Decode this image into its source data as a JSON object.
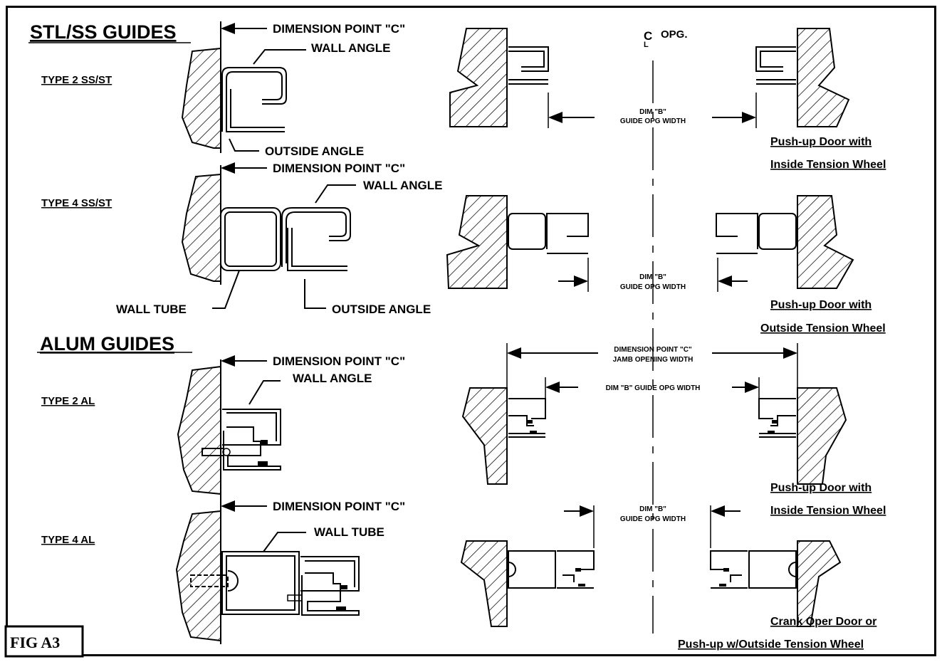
{
  "sections": {
    "steel_header": "STL/SS GUIDES",
    "alum_header": "ALUM GUIDES"
  },
  "types": {
    "type2ss": "TYPE 2 SS/ST",
    "type4ss": "TYPE 4 SS/ST",
    "type2al": "TYPE 2 AL",
    "type4al": "TYPE 4 AL"
  },
  "labels": {
    "dim_point_c": "DIMENSION POINT \"C\"",
    "wall_angle": "WALL ANGLE",
    "outside_angle": "OUTSIDE ANGLE",
    "wall_tube": "WALL TUBE",
    "cl_opg": "OPG."
  },
  "dims": {
    "dim_b": "DIM \"B\"",
    "guide_opg_width": "GUIDE OPG WIDTH",
    "dim_b_inline": "DIM \"B\" GUIDE OPG WIDTH",
    "dim_point_c": "DIMENSION POINT \"C\"",
    "jamb_opening_width": "JAMB OPENING WIDTH"
  },
  "captions": {
    "c1a": "Push-up Door with",
    "c1b": "Inside Tension Wheel",
    "c2a": "Push-up Door with",
    "c2b": "Outside Tension Wheel",
    "c3a": "Push-up Door with",
    "c3b": "Inside Tension Wheel",
    "c4a": "Crank Oper Door or",
    "c4b": "Push-up w/Outside Tension Wheel"
  },
  "figure_label": "FIG A3"
}
